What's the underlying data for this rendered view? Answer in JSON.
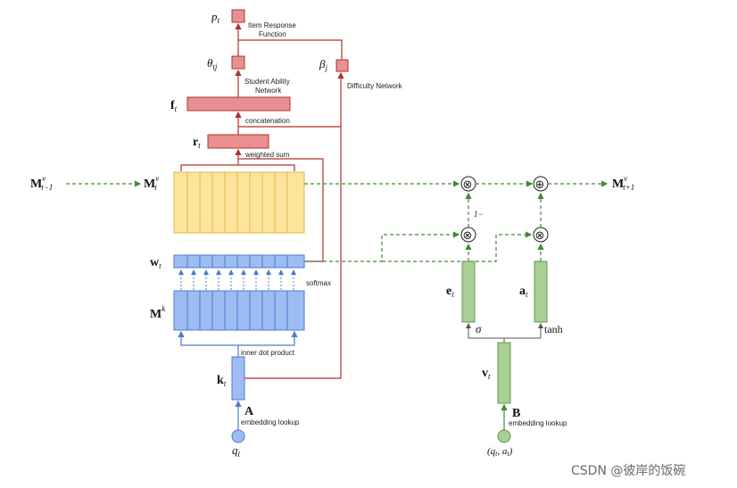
{
  "labels": {
    "pt": "p",
    "pt_sub": "t",
    "irf": "Item Response",
    "irf2": "Function",
    "theta": "θ",
    "theta_sub": "tj",
    "beta": "β",
    "beta_sub": "j",
    "student_ability": "Student Ability",
    "student_ability2": "Network",
    "difficulty": "Difficulty Network",
    "ft": "f",
    "ft_sub": "t",
    "concat": "concatenation",
    "rt": "r",
    "rt_sub": "t",
    "weighted_sum": "weighted sum",
    "mv_prev": "M",
    "mv_prev_sup": "v",
    "mv_prev_sub": "t−1",
    "mv_t": "M",
    "mv_t_sup": "v",
    "mv_t_sub": "t",
    "mv_next": "M",
    "mv_next_sup": "v",
    "mv_next_sub": "t+1",
    "wt": "w",
    "wt_sub": "t",
    "softmax": "softmax",
    "mk": "M",
    "mk_sup": "k",
    "inner_dot": "inner dot product",
    "kt": "k",
    "kt_sub": "t",
    "A": "A",
    "emb1": "embedding lookup",
    "qt": "q",
    "qt_sub": "t",
    "et": "e",
    "et_sub": "t",
    "at": "a",
    "at_sub": "t",
    "sigma": "σ",
    "tanh": "tanh",
    "vt": "v",
    "vt_sub": "t",
    "B": "B",
    "emb2": "embedding lookup",
    "qa": "(q",
    "qa_sub1": "t",
    "qa_mid": ", a",
    "qa_sub2": "t",
    "qa_end": ")",
    "one_minus": "1−",
    "otimes": "⊗",
    "oplus": "⊕",
    "watermark": "CSDN @彼岸的饭碗"
  },
  "colors": {
    "red": "#b03030",
    "red_fill": "#e8908f",
    "yellow_fill": "#fde49a",
    "yellow_stroke": "#e0b84d",
    "blue_fill": "#9dbcf2",
    "blue_stroke": "#4a7bd0",
    "green_fill": "#a9cf94",
    "green_stroke": "#5f9a4a",
    "green_dash": "#3e8d2f",
    "gray": "#555555"
  }
}
